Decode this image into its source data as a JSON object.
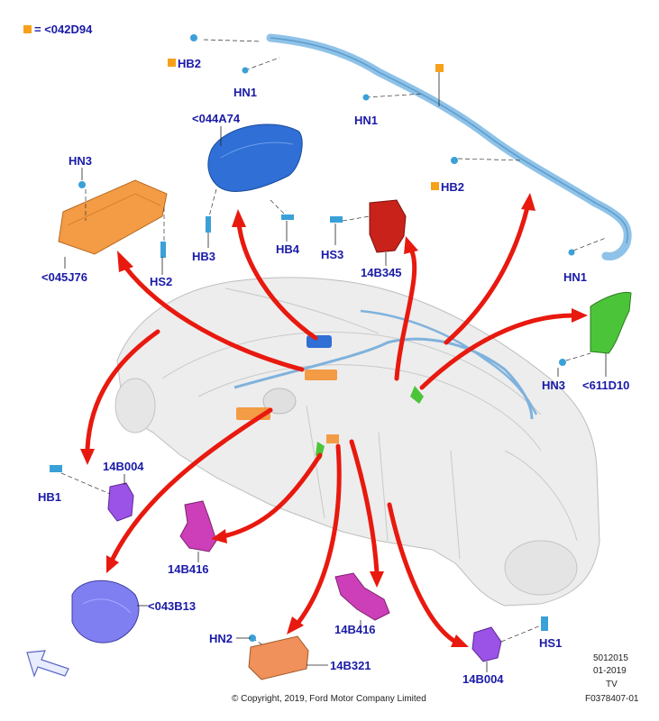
{
  "legend": {
    "symbol_color": "#f7a11a",
    "text": "= <042D94"
  },
  "labels": {
    "hb2_top": "HB2",
    "hn1_a": "HN1",
    "hn1_b": "HN1",
    "hn1_c": "HN1",
    "hb2_mid": "HB2",
    "p044a74": "<044A74",
    "hn3_top": "HN3",
    "p045j76": "<045J76",
    "hs2": "HS2",
    "hb3": "HB3",
    "hb4": "HB4",
    "hs3": "HS3",
    "p14b345": "14B345",
    "hn3_right": "HN3",
    "p611d10": "<611D10",
    "p14b004_left": "14B004",
    "hb1": "HB1",
    "p14b416_left": "14B416",
    "p043b13": "<043B13",
    "hn2": "HN2",
    "p14b321": "14B321",
    "p14b416_mid": "14B416",
    "p14b004_right": "14B004",
    "hs1": "HS1"
  },
  "footer": {
    "code1": "5012015",
    "code2": "01-2019",
    "code3": "TV",
    "code4": "F0378407-01",
    "copyright": "© Copyright, 2019, Ford Motor Company Limited"
  },
  "colors": {
    "label": "#1a1aa8",
    "arrow": "#e8190f",
    "orange": "#f39b45",
    "blue": "#2f6fd6",
    "red": "#c8221a",
    "green": "#4cc43a",
    "purple": "#9b52e6",
    "magenta": "#cc3fb8",
    "curtain": "#8ec2e8"
  }
}
